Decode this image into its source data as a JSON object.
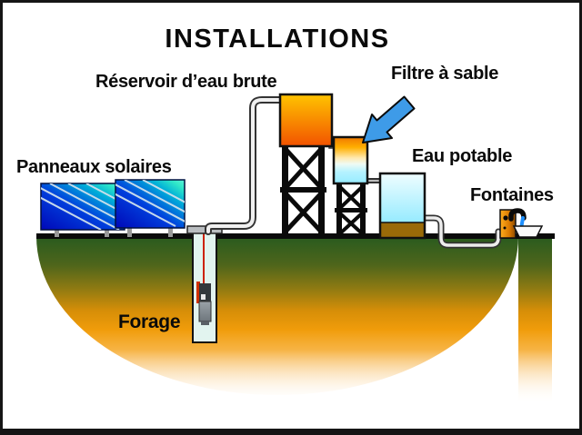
{
  "title": "INSTALLATIONS",
  "labels": {
    "reservoir": "Réservoir d’eau brute",
    "filter": "Filtre à sable",
    "solar_panels": "Panneaux solaires",
    "drinking_water": "Eau potable",
    "fountains": "Fontaines",
    "borehole": "Forage"
  },
  "colors": {
    "arrow_blue": "#3E9BE8",
    "raw_tank_top": "#FFC400",
    "raw_tank_bottom": "#F25200",
    "filter_tank_top": "#F07800",
    "filter_tank_bottom": "#96ECFF",
    "potable_water": "#96EBFF",
    "sand_brown": "#9A6A08",
    "panel_dark_blue": "#0008B8",
    "panel_cyan": "#30E8C8",
    "ground_green": "#265A1F",
    "ground_orange": "#EF9A08",
    "water_stream_blue": "#1E90FF",
    "pump_cable_red": "#CC2200",
    "fountain_post_orange": "#E08000"
  }
}
